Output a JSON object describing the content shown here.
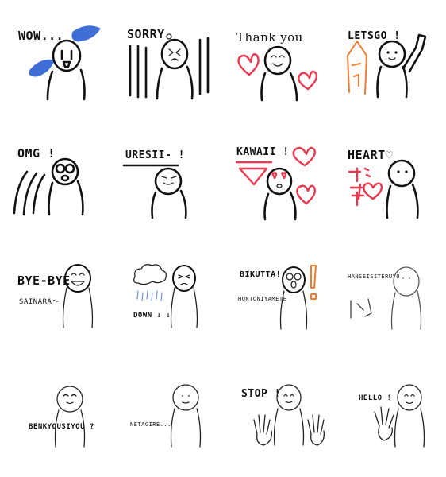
{
  "stickers": [
    {
      "id": "wow",
      "label": "WOW..."
    },
    {
      "id": "sorry",
      "label": "SORRY"
    },
    {
      "id": "thankyou",
      "label": "Thank you"
    },
    {
      "id": "letsgo",
      "label": "LETSGO !"
    },
    {
      "id": "omg",
      "label": "OMG !"
    },
    {
      "id": "uresii",
      "label": "URESII- !"
    },
    {
      "id": "kawaii",
      "label": "KAWAII !"
    },
    {
      "id": "heart",
      "label": "HEART♡"
    },
    {
      "id": "byebye",
      "label": "BYE-BYE",
      "sublabel": "SAINARA〜"
    },
    {
      "id": "down",
      "label": "DOWN ↓ ↓"
    },
    {
      "id": "bikutta",
      "label": "BIKUTTA!",
      "sublabel": "HONTONIYAMETE"
    },
    {
      "id": "hansei",
      "label": "HANSEISITERUYO"
    },
    {
      "id": "benkyou",
      "label": "BENKYOUSIYOU ?"
    },
    {
      "id": "netagire",
      "label": "NETAGIRE..."
    },
    {
      "id": "stop",
      "label": "STOP !"
    },
    {
      "id": "hello",
      "label": "HELLO !"
    }
  ],
  "colors": {
    "ink": "#111111",
    "heart": "#e8394e",
    "orange": "#f07a2e",
    "tear": "#3f6fd6"
  }
}
